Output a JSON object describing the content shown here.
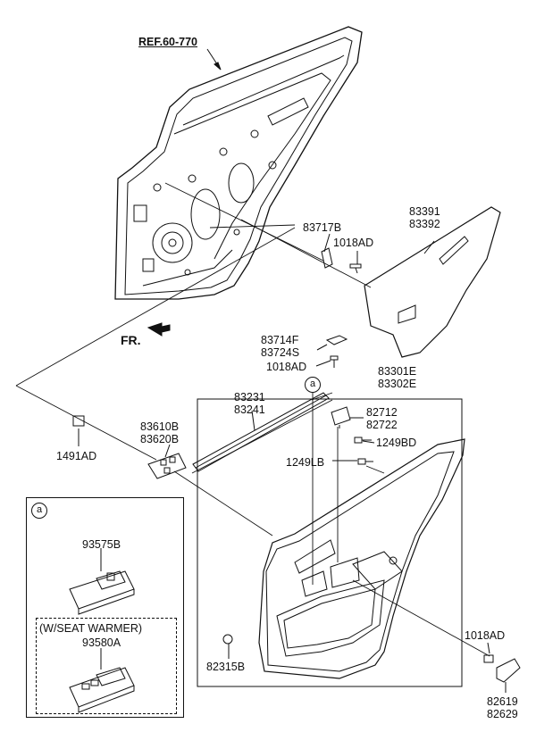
{
  "reference": "REF.60-770",
  "front_marker": "FR.",
  "callout_letter": "a",
  "labels": {
    "p83717B": "83717B",
    "p1018AD_top": "1018AD",
    "p83391": [
      "83391",
      "83392"
    ],
    "p83714F": [
      "83714F",
      "83724S"
    ],
    "p1018AD_mid": "1018AD",
    "p83301E": [
      "83301E",
      "83302E"
    ],
    "p83231": [
      "83231",
      "83241"
    ],
    "p82712": [
      "82712",
      "82722"
    ],
    "p1249BD": "1249BD",
    "p1249LB": "1249LB",
    "p83610B": [
      "83610B",
      "83620B"
    ],
    "p1491AD": "1491AD",
    "p1018AD_bot": "1018AD",
    "p82315B": "82315B",
    "p82619": [
      "82619",
      "82629"
    ]
  },
  "inset": {
    "part_top": "93575B",
    "variant_note": "(W/SEAT WARMER)",
    "part_bottom": "93580A"
  }
}
